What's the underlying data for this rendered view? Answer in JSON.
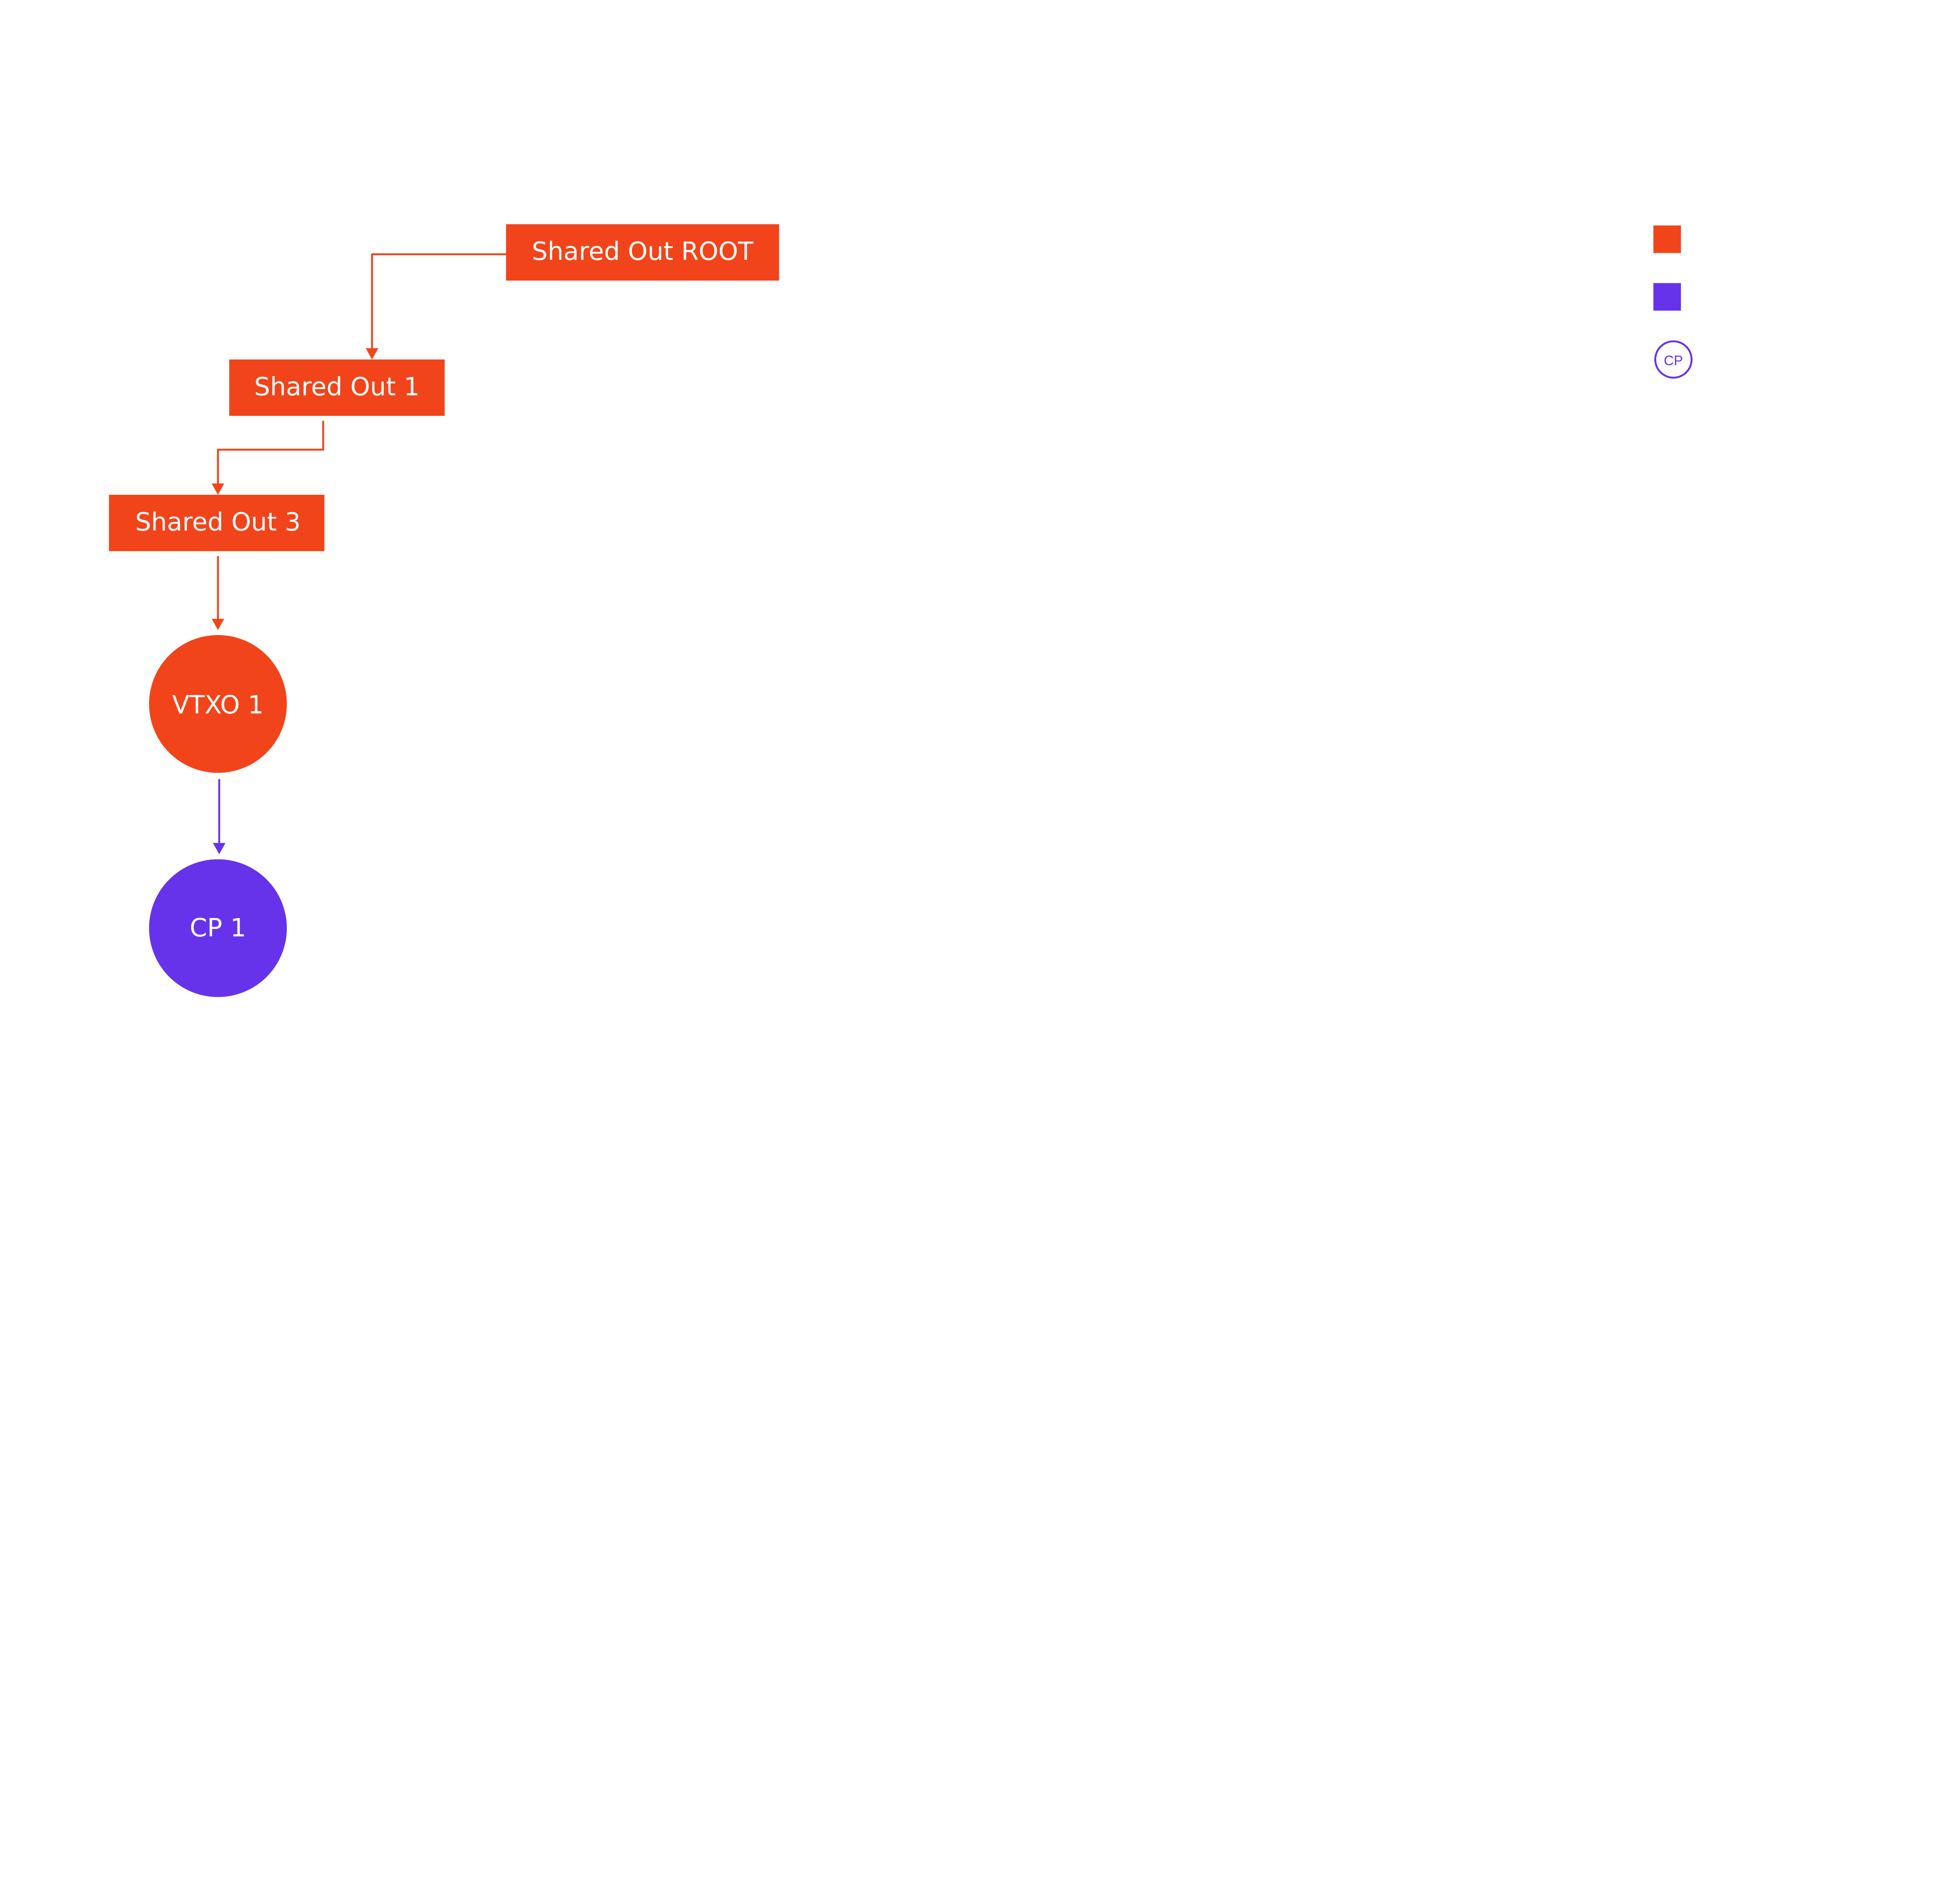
{
  "colors": {
    "orange": "#F2441A",
    "purple": "#6633EA",
    "background": "#FFFFFF"
  },
  "nodes": {
    "root": {
      "label": "Shared Out ROOT",
      "shape": "rectangle"
    },
    "out1": {
      "label": "Shared Out 1",
      "shape": "rectangle"
    },
    "out3": {
      "label": "Shared Out 3",
      "shape": "rectangle"
    },
    "vtxo1": {
      "label": "VTXO 1",
      "shape": "circle"
    },
    "cp1": {
      "label": "CP 1",
      "shape": "circle"
    }
  },
  "edges": [
    {
      "from": "Shared Out ROOT",
      "to": "Shared Out 1",
      "color": "orange"
    },
    {
      "from": "Shared Out 1",
      "to": "Shared Out 3",
      "color": "orange"
    },
    {
      "from": "Shared Out 3",
      "to": "VTXO 1",
      "color": "orange"
    },
    {
      "from": "VTXO 1",
      "to": "CP 1",
      "color": "purple"
    }
  ],
  "legend": {
    "items": [
      {
        "icon": "orange-square"
      },
      {
        "icon": "purple-square"
      },
      {
        "icon": "cp-circle",
        "text": "CP"
      }
    ]
  }
}
